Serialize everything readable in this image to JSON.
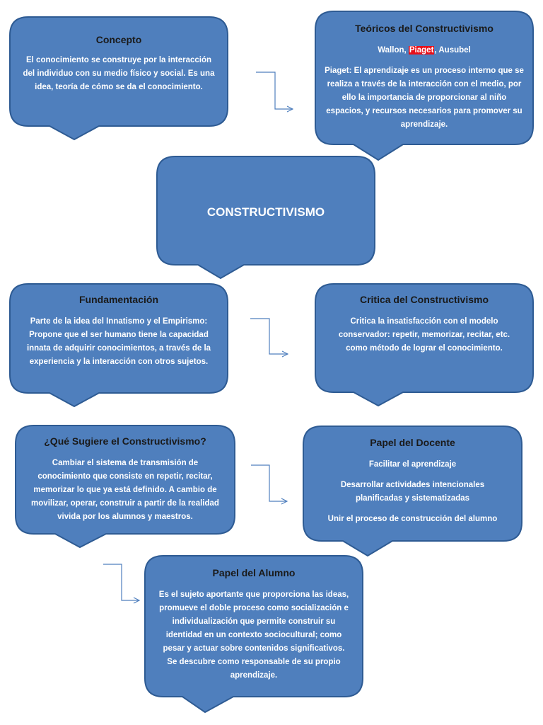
{
  "colors": {
    "box_fill": "#4f7fbd",
    "box_stroke": "#2e5b93",
    "arrow": "#4f7fbd",
    "highlight": "#e8101a",
    "title_text": "#1a1a1a"
  },
  "concepto": {
    "title": "Concepto",
    "text": "El conocimiento se construye por la interacción del  individuo con su medio físico y social.  Es una idea, teoría de cómo se da el conocimiento."
  },
  "teoricos": {
    "title": "Teóricos del Constructivismo",
    "names_a": "Wallon",
    "names_sep1": ", ",
    "names_hl": "Piaget",
    "names_b": ", Ausubel",
    "text": "Piaget: El aprendizaje es un proceso interno que se realiza a través de la interacción con el medio, por ello la importancia de proporcionar al niño espacios, y recursos necesarios para promover su aprendizaje."
  },
  "central": {
    "title": "CONSTRUCTIVISMO"
  },
  "fundamentacion": {
    "title": "Fundamentación",
    "text": "Parte de la idea del Innatismo y el Empirismo: Propone que el ser humano tiene la capacidad innata de adquirir conocimientos, a través de la experiencia y la interacción con otros sujetos."
  },
  "critica": {
    "title": "Critica del Constructivismo",
    "text": "Critica la insatisfacción con el modelo conservador: repetir, memorizar, recitar, etc. como método de lograr el conocimiento."
  },
  "sugiere": {
    "title": "¿Qué Sugiere el Constructivismo?",
    "text": "Cambiar el sistema de transmisión de conocimiento que consiste en repetir, recitar, memorizar lo que ya está definido. A cambio de movilizar, operar, construir a partir de la realidad vivida por los alumnos y maestros."
  },
  "docente": {
    "title": "Papel del Docente",
    "items": [
      "Facilitar el aprendizaje",
      "Desarrollar actividades intencionales planificadas y sistematizadas",
      "Unir el proceso de construcción del alumno"
    ]
  },
  "alumno": {
    "title": "Papel del Alumno",
    "text": "Es el sujeto aportante que proporciona las ideas, promueve el doble proceso como socialización e individualización que permite construir su identidad en un contexto sociocultural; como pesar y actuar sobre contenidos significativos. Se descubre como responsable de su propio aprendizaje."
  }
}
